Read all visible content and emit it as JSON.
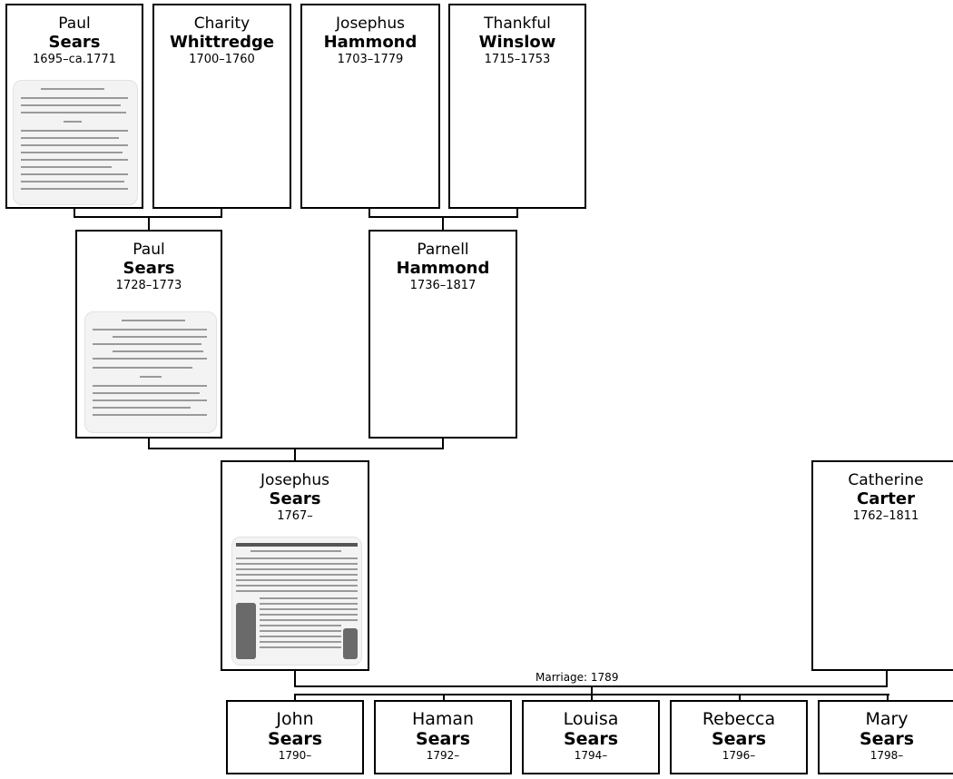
{
  "generations": {
    "great_grandparents": [
      {
        "first": "Paul",
        "last": "Sears",
        "dates": "1695–ca.1771",
        "has_document": true
      },
      {
        "first": "Charity",
        "last": "Whittredge",
        "dates": "1700–1760",
        "has_document": false
      },
      {
        "first": "Josephus",
        "last": "Hammond",
        "dates": "1703–1779",
        "has_document": false
      },
      {
        "first": "Thankful",
        "last": "Winslow",
        "dates": "1715–1753",
        "has_document": false
      }
    ],
    "grandparents": [
      {
        "first": "Paul",
        "last": "Sears",
        "dates": "1728–1773",
        "has_document": true
      },
      {
        "first": "Parnell",
        "last": "Hammond",
        "dates": "1736–1817",
        "has_document": false
      }
    ],
    "parents": [
      {
        "first": "Josephus",
        "last": "Sears",
        "dates": "1767–",
        "has_document": true
      },
      {
        "first": "Catherine",
        "last": "Carter",
        "dates": "1762–1811",
        "has_document": false
      }
    ],
    "children": [
      {
        "first": "John",
        "last": "Sears",
        "dates": "1790–"
      },
      {
        "first": "Haman",
        "last": "Sears",
        "dates": "1792–"
      },
      {
        "first": "Louisa",
        "last": "Sears",
        "dates": "1794–"
      },
      {
        "first": "Rebecca",
        "last": "Sears",
        "dates": "1796–"
      },
      {
        "first": "Mary",
        "last": "Sears",
        "dates": "1798–"
      }
    ]
  },
  "marriage": {
    "label": "Marriage: 1789"
  }
}
